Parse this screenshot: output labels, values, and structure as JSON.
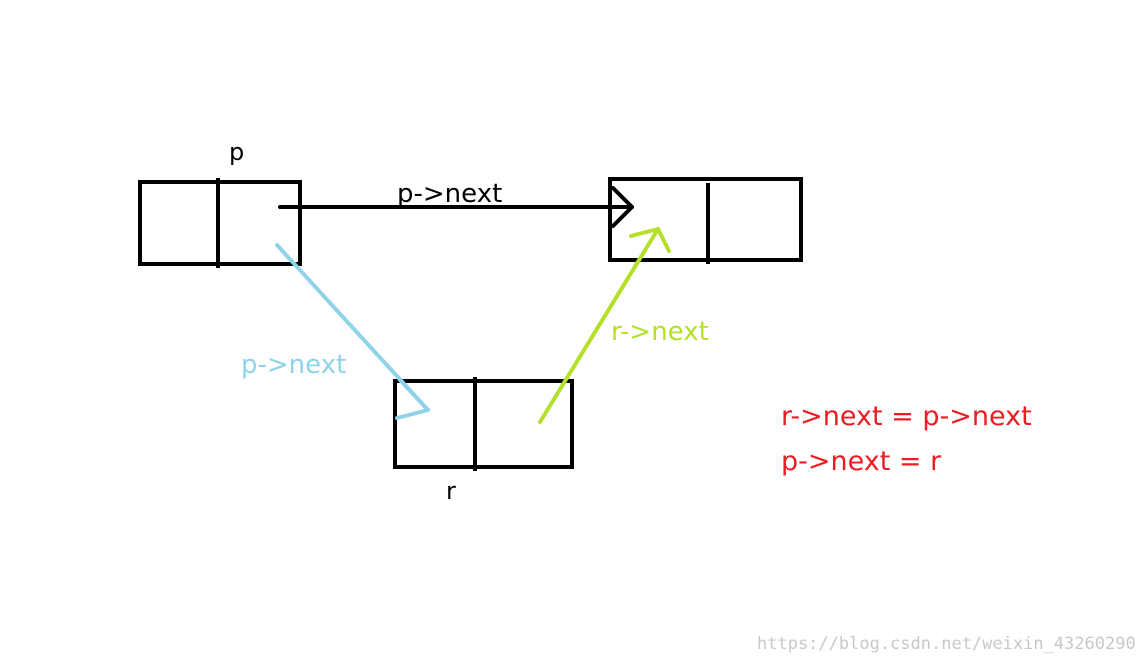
{
  "labels": {
    "p": "p",
    "r": "r",
    "p_next_black": "p->next",
    "p_next_blue": "p->next",
    "r_next_green": "r->next"
  },
  "code": {
    "line1": "r->next = p->next",
    "line2": "p->next = r"
  },
  "watermark": "https://blog.csdn.net/weixin_43260290",
  "colors": {
    "node_stroke": "#000000",
    "arrow_black": "#000000",
    "arrow_blue": "#8fd3e8",
    "arrow_green": "#b5e02a",
    "code_red": "#ed1c24",
    "watermark": "#c8c8c8"
  }
}
